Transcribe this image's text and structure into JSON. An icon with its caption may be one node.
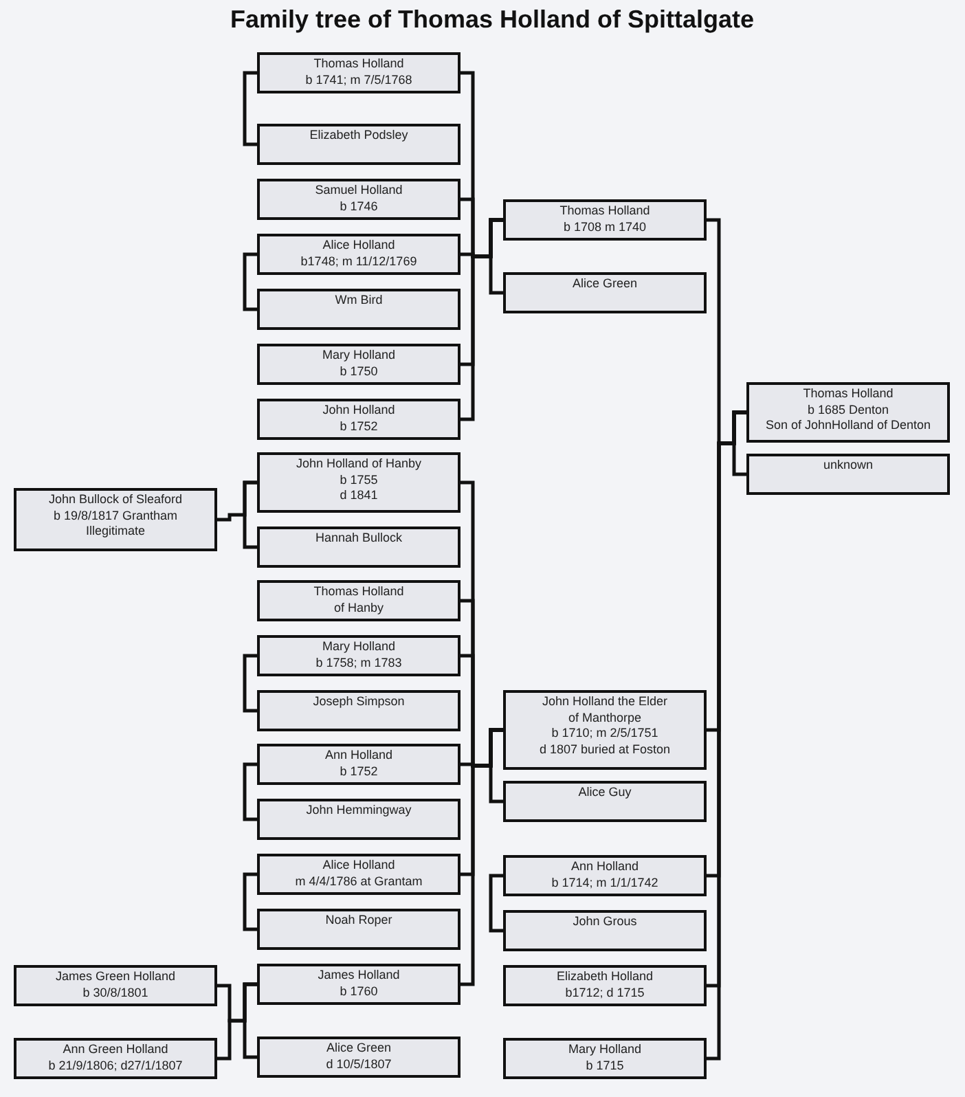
{
  "diagram": {
    "title": "Family tree of Thomas Holland of Spittalgate",
    "nodes": [
      {
        "text": [
          "Thomas Holland",
          "b 1741; m 7/5/1768"
        ]
      },
      {
        "text": [
          "Elizabeth Podsley"
        ]
      },
      {
        "text": [
          "Samuel Holland",
          "b 1746"
        ]
      },
      {
        "text": [
          "Thomas Holland",
          "b 1708 m 1740"
        ]
      },
      {
        "text": [
          "Alice Holland",
          "b1748; m 11/12/1769"
        ]
      },
      {
        "text": [
          "Alice Green"
        ]
      },
      {
        "text": [
          "Wm Bird"
        ]
      },
      {
        "text": [
          "Mary Holland",
          "b 1750"
        ]
      },
      {
        "text": [
          "Thomas Holland",
          "b 1685 Denton",
          "Son of JohnHolland of Denton"
        ]
      },
      {
        "text": [
          "John Holland",
          "b 1752"
        ]
      },
      {
        "text": [
          "unknown"
        ]
      },
      {
        "text": [
          "John Holland of Hanby",
          "b 1755",
          "d 1841"
        ]
      },
      {
        "text": [
          "John Bullock of Sleaford",
          "b 19/8/1817 Grantham",
          "Illegitimate"
        ]
      },
      {
        "text": [
          "Hannah Bullock"
        ]
      },
      {
        "text": [
          "Thomas Holland",
          "of Hanby"
        ]
      },
      {
        "text": [
          "Mary Holland",
          "b 1758; m 1783"
        ]
      },
      {
        "text": [
          "Joseph Simpson"
        ]
      },
      {
        "text": [
          "John Holland the Elder",
          "of Manthorpe",
          "b 1710; m 2/5/1751",
          "d 1807 buried at Foston"
        ]
      },
      {
        "text": [
          "Ann Holland",
          "b 1752"
        ]
      },
      {
        "text": [
          "Alice Guy"
        ]
      },
      {
        "text": [
          "John Hemmingway"
        ]
      },
      {
        "text": [
          "Alice Holland",
          "m 4/4/1786 at Grantam"
        ]
      },
      {
        "text": [
          "Ann Holland",
          "b 1714; m 1/1/1742"
        ]
      },
      {
        "text": [
          "Noah Roper"
        ]
      },
      {
        "text": [
          "John Grous"
        ]
      },
      {
        "text": [
          "James Green Holland",
          "b 30/8/1801"
        ]
      },
      {
        "text": [
          "James Holland",
          "b 1760"
        ]
      },
      {
        "text": [
          "Elizabeth Holland",
          "b1712; d 1715"
        ]
      },
      {
        "text": [
          "Ann Green Holland",
          "b 21/9/1806; d27/1/1807"
        ]
      },
      {
        "text": [
          "Alice Green",
          "d 10/5/1807"
        ]
      },
      {
        "text": [
          "Mary Holland",
          "b 1715"
        ]
      }
    ],
    "edges": [
      {
        "from": 0,
        "to": 1,
        "arrow": "none"
      },
      {
        "from": 3,
        "to": 5,
        "arrow": "none"
      },
      {
        "from": 4,
        "to": 6,
        "arrow": "none"
      },
      {
        "from": 8,
        "to": 10,
        "arrow": "none"
      },
      {
        "from": 11,
        "to": 13,
        "arrow": "none"
      },
      {
        "from": 15,
        "to": 16,
        "arrow": "none"
      },
      {
        "from": 17,
        "to": 19,
        "arrow": "none"
      },
      {
        "from": 18,
        "to": 20,
        "arrow": "none"
      },
      {
        "from": 21,
        "to": 23,
        "arrow": "none"
      },
      {
        "from": 22,
        "to": 24,
        "arrow": "none"
      },
      {
        "from": 26,
        "to": 29,
        "arrow": "none"
      },
      {
        "from": 8,
        "to": 3,
        "arrow": "none"
      },
      {
        "from": 8,
        "to": 17,
        "arrow": "none"
      },
      {
        "from": 8,
        "to": 22,
        "arrow": "none"
      },
      {
        "from": 8,
        "to": 27,
        "arrow": "none"
      },
      {
        "from": 8,
        "to": 30,
        "arrow": "none"
      },
      {
        "from": 3,
        "to": 0,
        "arrow": "none"
      },
      {
        "from": 3,
        "to": 2,
        "arrow": "none"
      },
      {
        "from": 3,
        "to": 4,
        "arrow": "none"
      },
      {
        "from": 3,
        "to": 7,
        "arrow": "none"
      },
      {
        "from": 3,
        "to": 9,
        "arrow": "none"
      },
      {
        "from": 17,
        "to": 11,
        "arrow": "none"
      },
      {
        "from": 17,
        "to": 14,
        "arrow": "none"
      },
      {
        "from": 17,
        "to": 15,
        "arrow": "none"
      },
      {
        "from": 17,
        "to": 18,
        "arrow": "none"
      },
      {
        "from": 17,
        "to": 21,
        "arrow": "none"
      },
      {
        "from": 17,
        "to": 26,
        "arrow": "none"
      },
      {
        "from": 11,
        "to": 12,
        "arrow": "none"
      },
      {
        "from": 26,
        "to": 25,
        "arrow": "none"
      },
      {
        "from": 26,
        "to": 28,
        "arrow": "none"
      }
    ]
  }
}
